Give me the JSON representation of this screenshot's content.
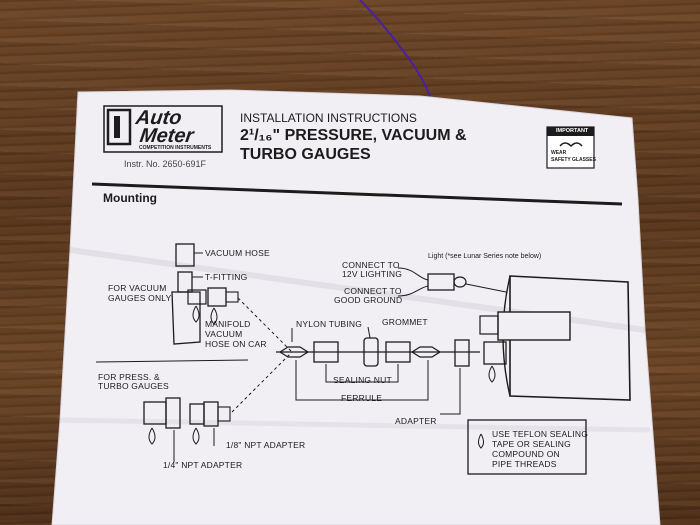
{
  "sheet": {
    "brand_line1": "Auto",
    "brand_line2": "Meter",
    "brand_tagline": "COMPETITION INSTRUMENTS",
    "instr_no": "Instr. No. 2650-691F",
    "heading_small": "INSTALLATION INSTRUCTIONS",
    "heading_main_1": "2¹/₁₆\" PRESSURE, VACUUM &",
    "heading_main_2": "TURBO GAUGES",
    "safety_badge_1": "IMPORTANT",
    "safety_badge_2": "WEAR",
    "safety_badge_3": "SAFETY GLASSES",
    "section_title": "Mounting"
  },
  "diagram": {
    "vacuum_hose": "VACUUM HOSE",
    "t_fitting": "T-FITTING",
    "for_vacuum_1": "FOR VACUUM",
    "for_vacuum_2": "GAUGES ONLY",
    "manifold_1": "MANIFOLD",
    "manifold_2": "VACUUM",
    "manifold_3": "HOSE ON CAR",
    "connect_12v_1": "CONNECT TO",
    "connect_12v_2": "12V LIGHTING",
    "connect_gnd_1": "CONNECT TO",
    "connect_gnd_2": "GOOD GROUND",
    "light_note": "Light (*see Lunar Series note below)",
    "nylon_tubing": "NYLON TUBING",
    "grommet": "GROMMET",
    "sealing_nut": "SEALING NUT",
    "ferrule": "FERRULE",
    "adapter": "ADAPTER",
    "for_press_1": "FOR PRESS. &",
    "for_press_2": "TURBO GAUGES",
    "npt_18": "1/8\" NPT ADAPTER",
    "npt_14": "1/4\" NPT ADAPTER",
    "teflon_1": "USE TEFLON SEALING",
    "teflon_2": "TAPE OR SEALING",
    "teflon_3": "COMPOUND ON",
    "teflon_4": "PIPE THREADS"
  },
  "colors": {
    "paper": "#f1eef4",
    "ink": "#1c1c1c",
    "wire": "#4a1fa0"
  }
}
